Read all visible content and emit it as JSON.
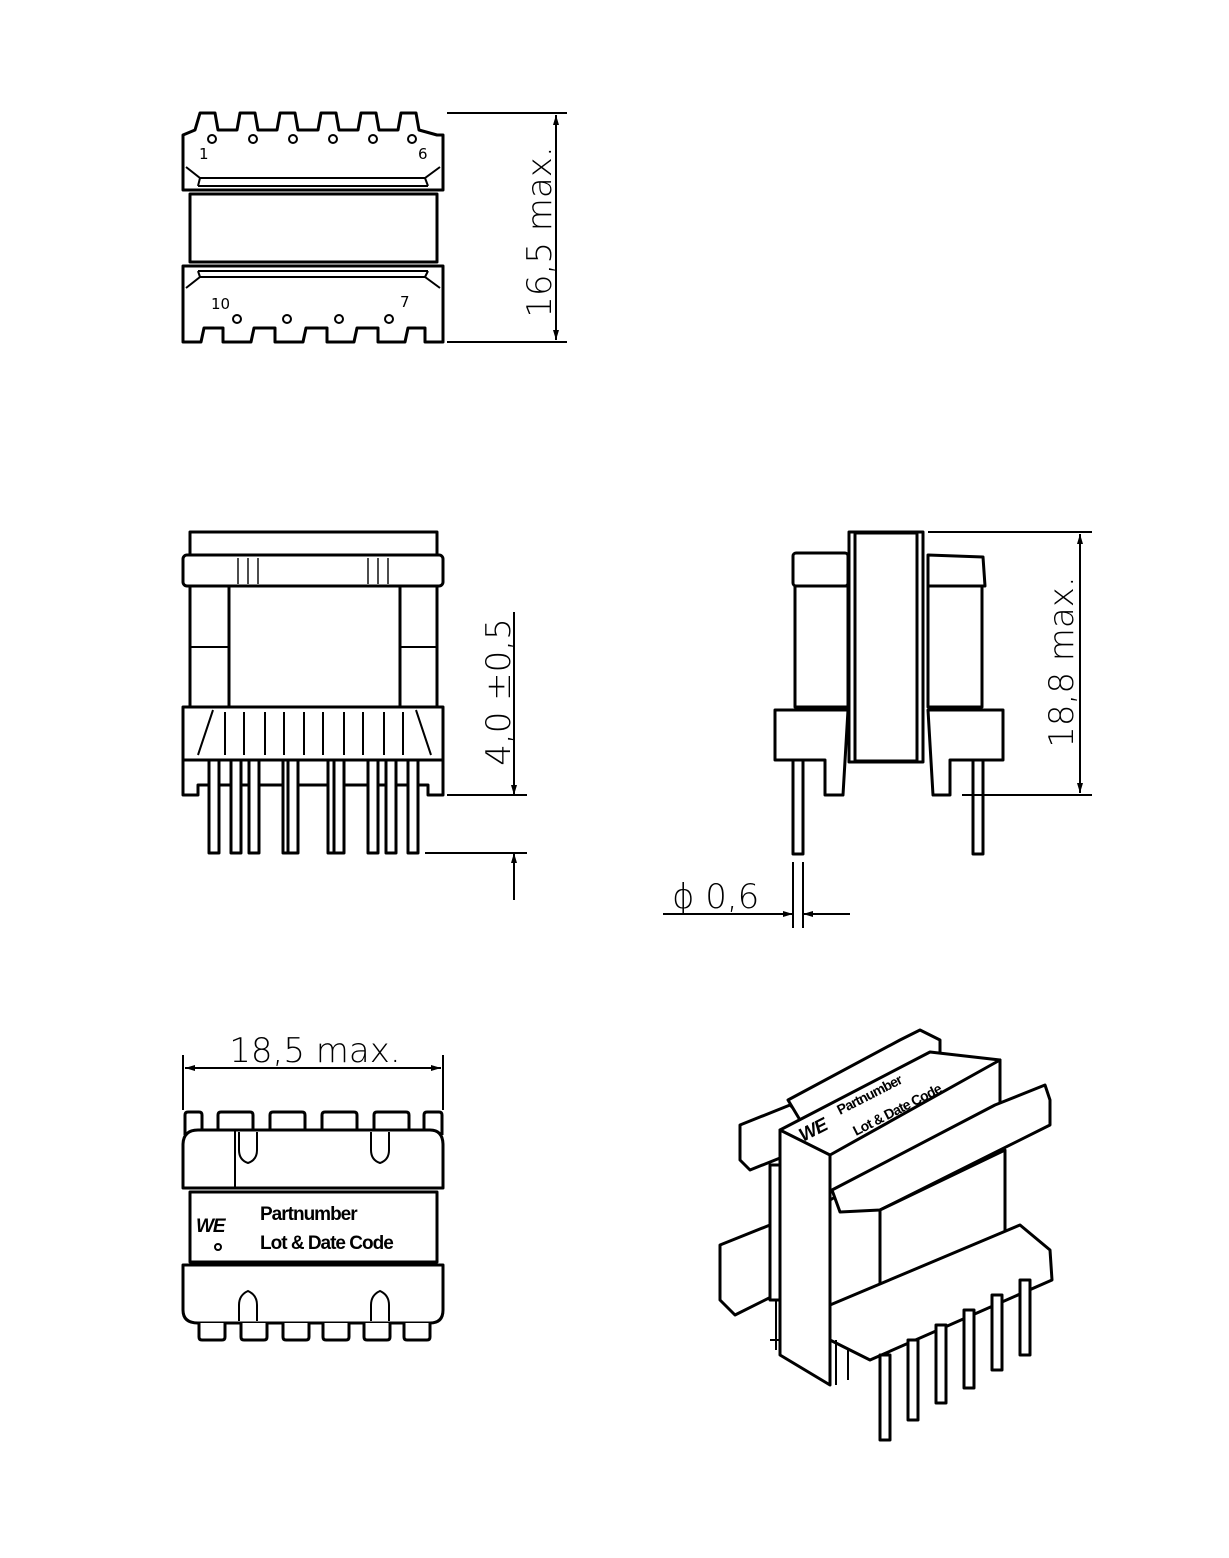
{
  "top_view": {
    "pin_labels": {
      "pin1": "1",
      "pin6": "6",
      "pin10": "10",
      "pin7": "7"
    },
    "height_dimension": "16,5  max."
  },
  "front_view": {
    "pin_length_dimension": "4,0 ±0,5"
  },
  "side_view": {
    "height_dimension": "18,8  max.",
    "pin_diameter_dimension": "ϕ  0,6"
  },
  "bottom_view": {
    "width_dimension": "18,5  max.",
    "marking": {
      "logo": "WE",
      "line1": "Partnumber",
      "line2": "Lot & Date Code"
    }
  },
  "isometric_view": {
    "marking": {
      "logo": "WE",
      "line1": "Partnumber",
      "line2": "Lot & Date Code"
    }
  }
}
